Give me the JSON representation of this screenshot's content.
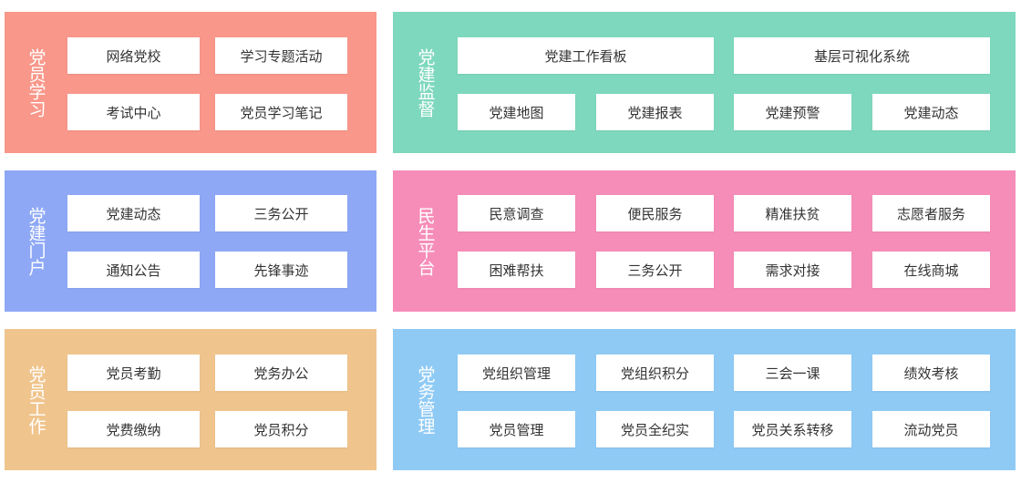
{
  "panels": [
    {
      "id": "study",
      "title": "党员学习",
      "color": "#f8978a",
      "items": [
        "网络党校",
        "学习专题活动",
        "考试中心",
        "党员学习笔记"
      ]
    },
    {
      "id": "supervision",
      "title": "党建监督",
      "color": "#7ed8bd",
      "items": [
        "党建工作看板",
        "基层可视化系统",
        "党建地图",
        "党建报表",
        "党建预警",
        "党建动态"
      ]
    },
    {
      "id": "portal",
      "title": "党建门户",
      "color": "#8ea8f6",
      "items": [
        "党建动态",
        "三务公开",
        "通知公告",
        "先锋事迹"
      ]
    },
    {
      "id": "livelihood",
      "title": "民生平台",
      "color": "#f68db8",
      "items": [
        "民意调查",
        "便民服务",
        "精准扶贫",
        "志愿者服务",
        "困难帮扶",
        "三务公开",
        "需求对接",
        "在线商城"
      ]
    },
    {
      "id": "work",
      "title": "党员工作",
      "color": "#f0c48d",
      "items": [
        "党员考勤",
        "党务办公",
        "党费缴纳",
        "党员积分"
      ]
    },
    {
      "id": "affairs",
      "title": "党务管理",
      "color": "#8fcaf5",
      "items": [
        "党组织管理",
        "党组织积分",
        "三会一课",
        "绩效考核",
        "党员管理",
        "党员全纪实",
        "党员关系转移",
        "流动党员"
      ]
    }
  ]
}
